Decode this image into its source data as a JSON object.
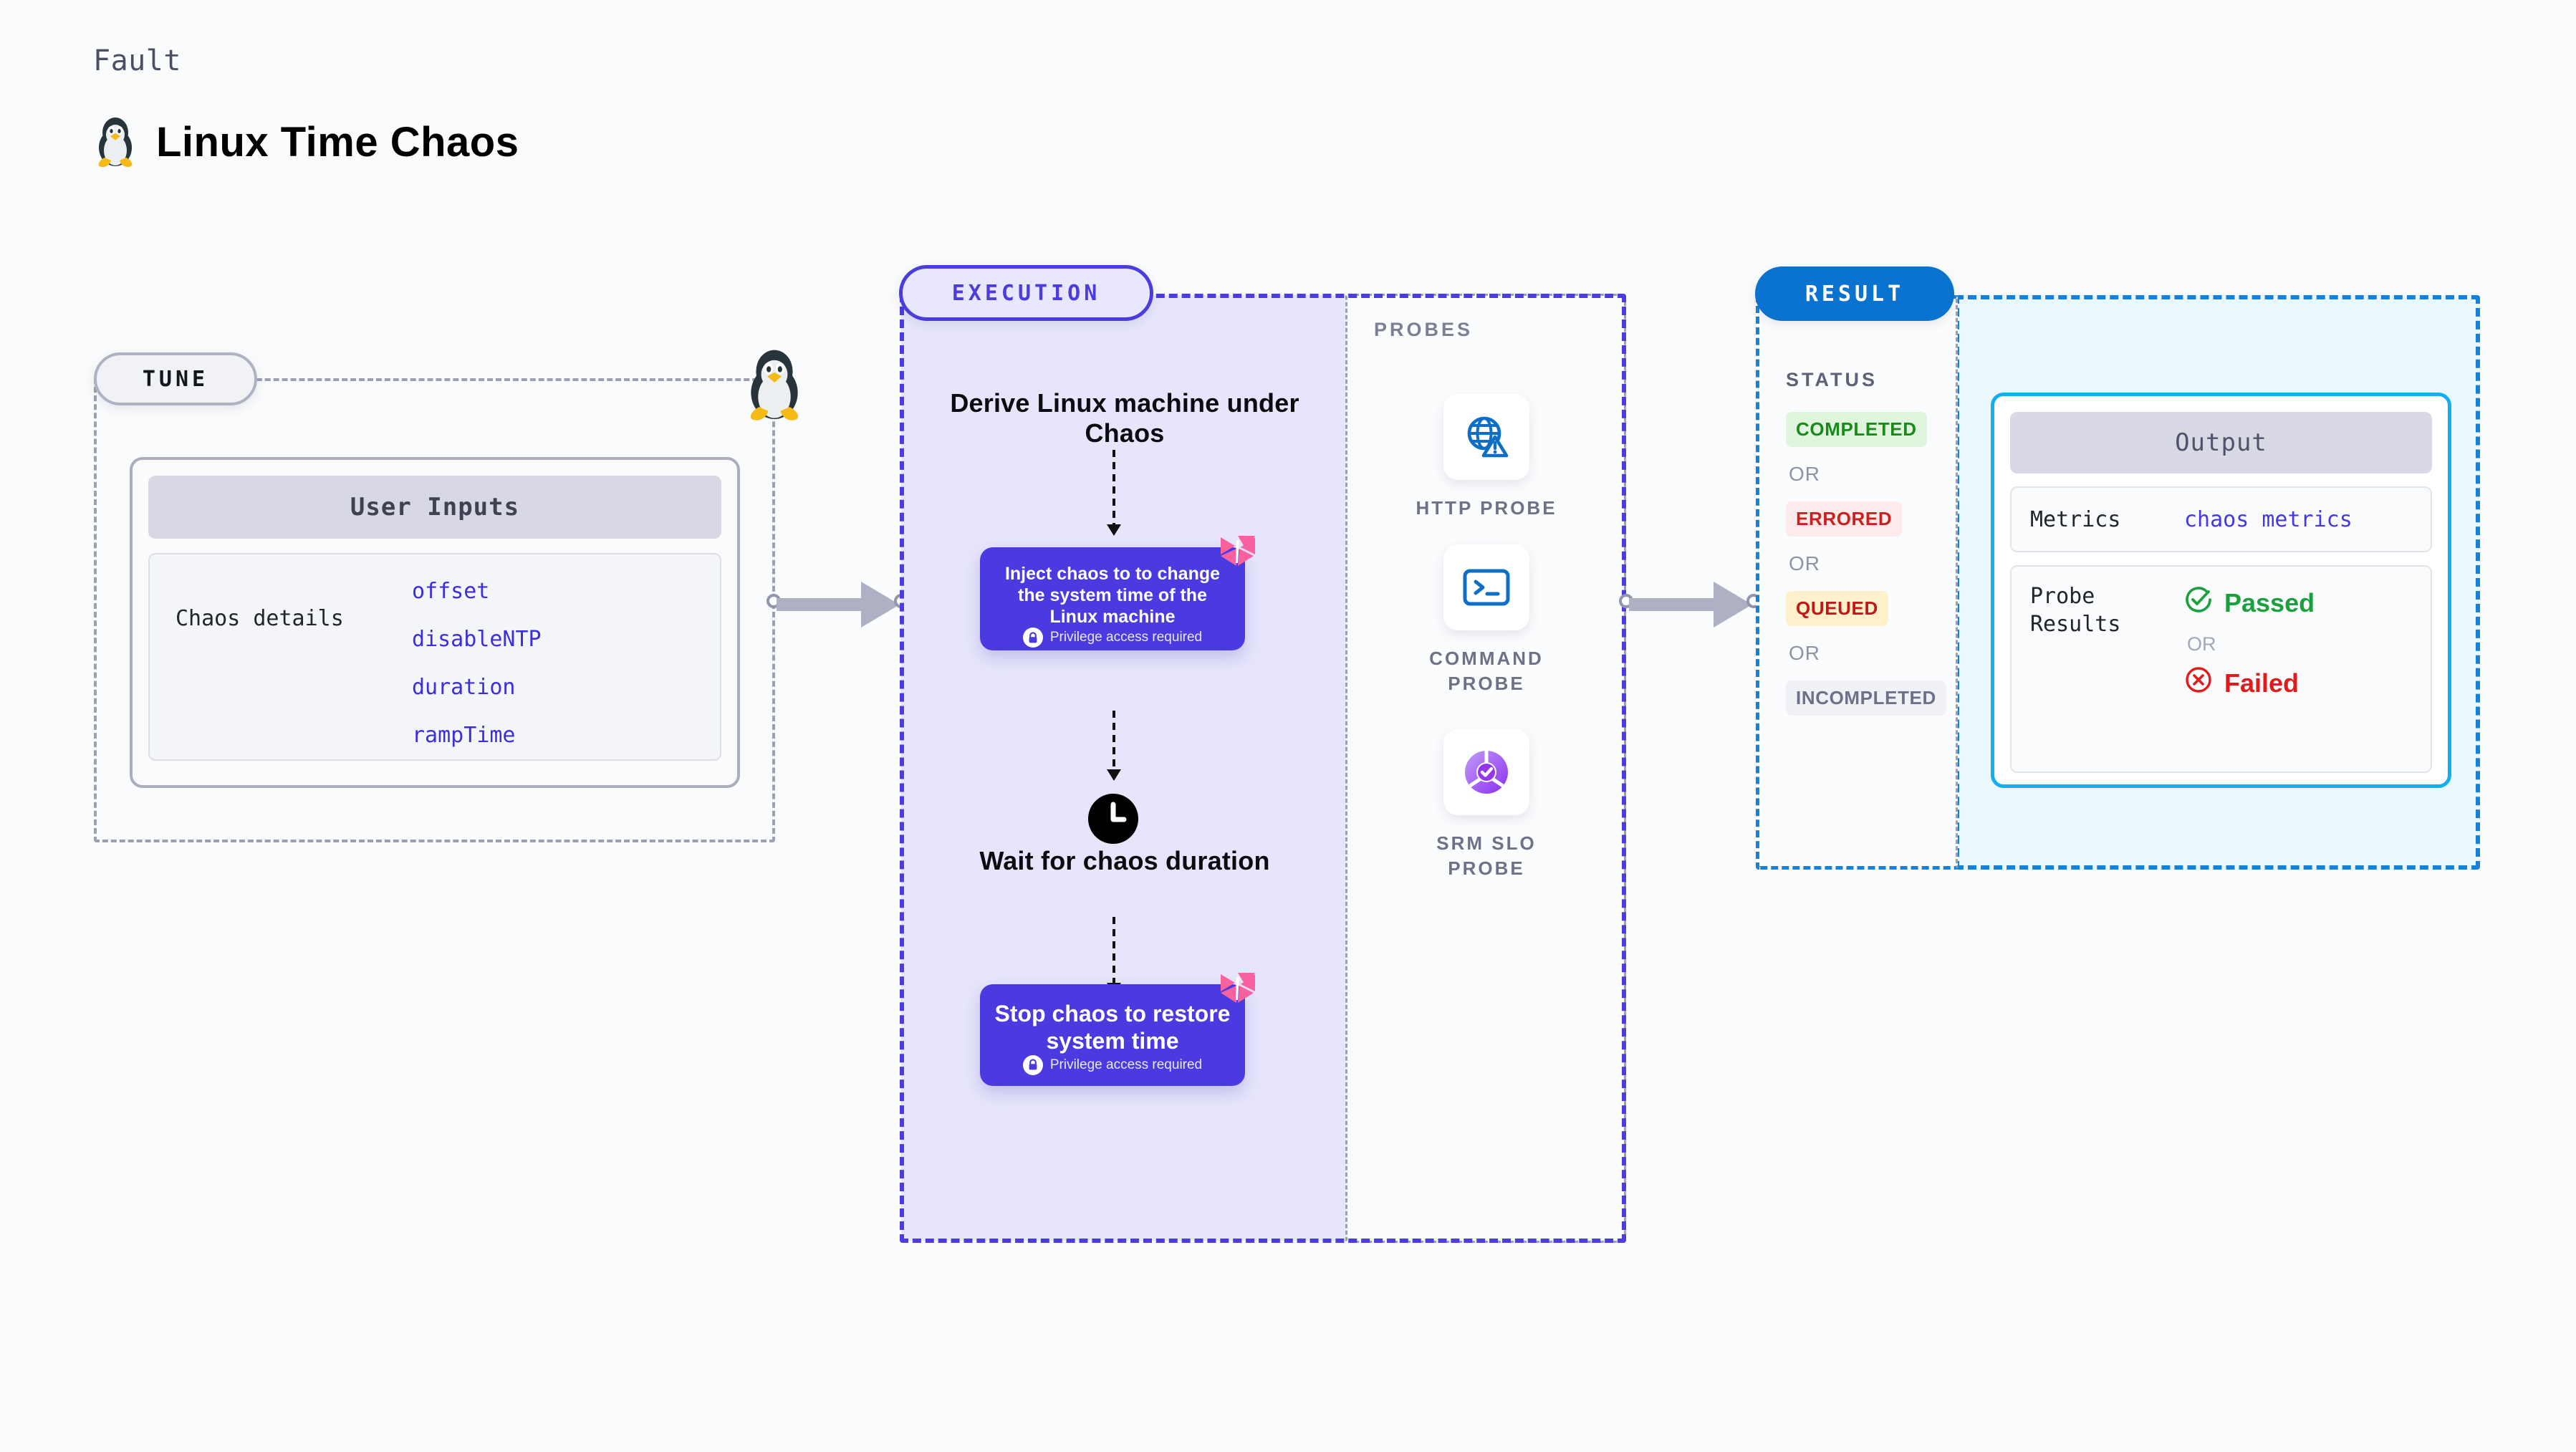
{
  "header": {
    "eyebrow": "Fault",
    "title": "Linux Time Chaos",
    "icon": "tux-penguin-icon"
  },
  "tune": {
    "pill_label": "TUNE",
    "boundary_icon": "tux-penguin-icon",
    "user_inputs": {
      "header": "User Inputs",
      "row_label": "Chaos details",
      "params": [
        "offset",
        "disableNTP",
        "duration",
        "rampTime"
      ]
    }
  },
  "execution": {
    "pill_label": "EXECUTION",
    "step_1_title": "Derive Linux machine under Chaos",
    "card_1": {
      "text": "Inject chaos to to change the system time of the Linux machine",
      "privilege_note": "Privilege access required",
      "privilege_icon": "lock-icon",
      "corner_icon": "chaos-pinwheel-icon"
    },
    "wait_step": {
      "icon": "clock-icon",
      "title": "Wait for chaos duration"
    },
    "card_2": {
      "text": "Stop chaos to restore system time",
      "privilege_note": "Privilege access required",
      "privilege_icon": "lock-icon",
      "corner_icon": "chaos-pinwheel-icon"
    }
  },
  "probes": {
    "heading": "PROBES",
    "items": [
      {
        "caption": "HTTP PROBE",
        "icon": "globe-warning-icon"
      },
      {
        "caption": "COMMAND PROBE",
        "icon": "terminal-prompt-icon"
      },
      {
        "caption": "SRM SLO PROBE",
        "icon": "slo-gauge-check-icon"
      }
    ]
  },
  "result": {
    "pill_label": "RESULT",
    "status": {
      "heading": "STATUS",
      "or_label": "OR",
      "badges": [
        {
          "label": "COMPLETED",
          "text_color": "#1a8a1a",
          "bg_color": "#dff5de"
        },
        {
          "label": "ERRORED",
          "text_color": "#cc1f1f",
          "bg_color": "#fdeaea"
        },
        {
          "label": "QUEUED",
          "text_color": "#c01818",
          "bg_color": "#fdf0ca"
        },
        {
          "label": "INCOMPLETED",
          "text_color": "#6c7189",
          "bg_color": "#f0f1f6"
        }
      ]
    },
    "output": {
      "header": "Output",
      "metrics_label": "Metrics",
      "metrics_value": "chaos metrics",
      "probe_results_label": "Probe Results",
      "passed_label": "Passed",
      "failed_label": "Failed",
      "or_label": "OR",
      "passed_icon": "check-circle-icon",
      "failed_icon": "x-circle-icon"
    }
  },
  "colors": {
    "execution_accent": "#4b3ce0",
    "result_accent": "#0a72cf",
    "output_border": "#13aeee",
    "chaos_card": "#4a3ae0",
    "param_blue": "#3b2fdb",
    "passed_green": "#1aa03c",
    "failed_red": "#e01b1b"
  }
}
